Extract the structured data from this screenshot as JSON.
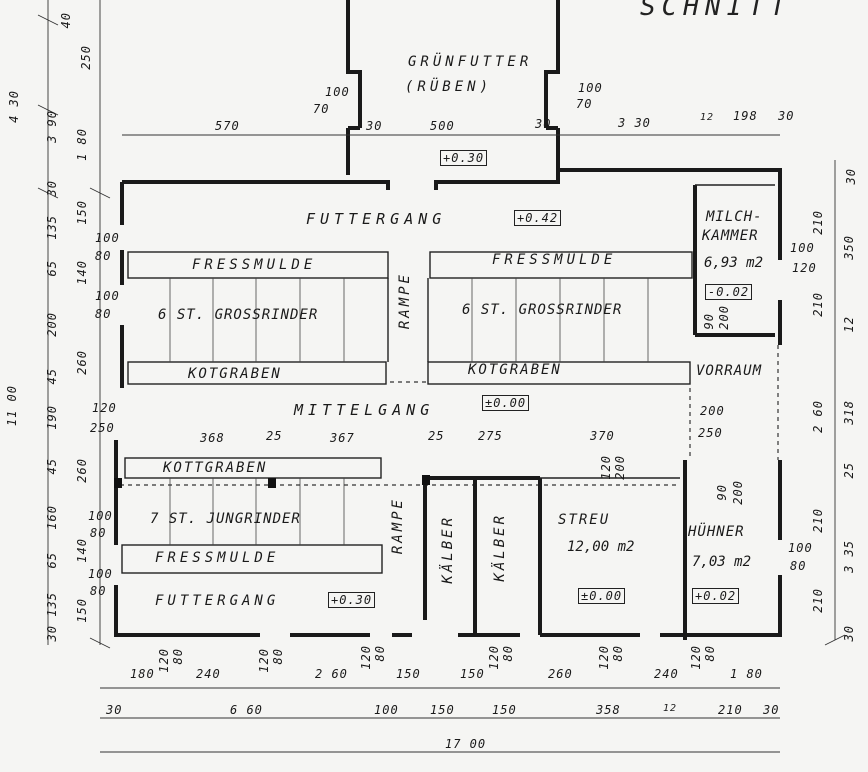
{
  "title_fragment": "SCHNITT",
  "rooms": {
    "gruenfutter_1": "GRÜNFUTTER",
    "gruenfutter_2": "(RÜBEN)",
    "futtergang_top": "FUTTERGANG",
    "fressmulde_left": "FRESSMULDE",
    "fressmulde_right": "FRESSMULDE",
    "grossrinder_left": "6 ST.  GROSSRINDER",
    "grossrinder_right": "6 ST.  GROSSRINDER",
    "rampe_top": "RAMPE",
    "kotgraben_left": "KOTGRABEN",
    "kotgraben_right": "KOTGRABEN",
    "milchkammer_1": "MILCH-",
    "milchkammer_2": "KAMMER",
    "milchkammer_area": "6,93 m2",
    "vorraum": "VORRAUM",
    "mittelgang": "MITTELGANG",
    "kottgraben": "KOTTGRABEN",
    "jungrinder": "7 ST.  JUNGRINDER",
    "fressmulde_bottom": "FRESSMULDE",
    "futtergang_bottom": "FUTTERGANG",
    "rampe_bottom": "RAMPE",
    "kaelber_1": "KÄLBER",
    "kaelber_2": "KÄLBER",
    "streu": "STREU",
    "streu_area": "12,00 m2",
    "huehner": "HÜHNER",
    "huehner_area": "7,03 m2"
  },
  "levels": {
    "gruenfutter": "+0.30",
    "futtergang_top": "+0.42",
    "milchkammer": "-0.02",
    "mittelgang": "±0.00",
    "futtergang_bottom": "+0.30",
    "streu": "±0.00",
    "huehner": "+0.02"
  },
  "dims": {
    "top_570": "570",
    "top_500": "500",
    "top_330": "3 30",
    "top_12": "12",
    "top_198": "198",
    "top_30": "30",
    "gf_100a": "100",
    "gf_70a": "70",
    "gf_100b": "100",
    "gf_70b": "70",
    "gf_30a": "30",
    "gf_30b": "30",
    "l_40": "40",
    "l_250": "250",
    "l_430": "4 30",
    "l_390": "3 90",
    "l_180": "1 80",
    "l_30a": "30",
    "l_150a": "150",
    "l_135a": "135",
    "l_100a": "100",
    "l_80a": "80",
    "l_65a": "65",
    "l_140a": "140",
    "l_100b": "100",
    "l_80b": "80",
    "l_200": "200",
    "l_260a": "260",
    "l_1100": "11 00",
    "l_45a": "45",
    "l_190": "190",
    "l_120": "120",
    "l_250b": "250",
    "l_45b": "45",
    "l_260b": "260",
    "l_160": "160",
    "l_100c": "100",
    "l_80c": "80",
    "l_140b": "140",
    "l_65b": "65",
    "l_100d": "100",
    "l_80d": "80",
    "l_135b": "135",
    "l_150b": "150",
    "l_30b": "30",
    "m_368": "368",
    "m_25a": "25",
    "m_367": "367",
    "m_25b": "25",
    "m_275": "275",
    "m_370": "370",
    "m_200a": "200",
    "m_250": "250",
    "m_120a": "120",
    "m_200b": "200",
    "m_90a": "90",
    "m_200c": "200",
    "m_90b": "90",
    "m_200d": "200",
    "m_100e": "100",
    "m_120b": "120",
    "r_30": "30",
    "r_210a": "210",
    "r_350": "350",
    "r_210b": "210",
    "r_12": "12",
    "r_260": "2 60",
    "r_318": "318",
    "r_25": "25",
    "r_210c": "210",
    "r_335": "3 35",
    "r_100": "100",
    "r_80": "80",
    "r_210d": "210",
    "r_30b": "30",
    "b_180a": "180",
    "b_240a": "240",
    "b_120a": "120",
    "b_80a": "80",
    "b_120b": "120",
    "b_80b": "80",
    "b_260a": "2 60",
    "b_120c": "120",
    "b_80c": "80",
    "b_150a": "150",
    "b_150b": "150",
    "b_120d": "120",
    "b_80d": "80",
    "b_260b": "260",
    "b_120e": "120",
    "b_80e": "80",
    "b_240b": "240",
    "b_120f": "120",
    "b_80f": "80",
    "b_180b": "1 80",
    "c_30a": "30",
    "c_660": "6 60",
    "c_100": "100",
    "c_150a": "150",
    "c_150b": "150",
    "c_358": "358",
    "c_12": "12",
    "c_210": "210",
    "c_30b": "30",
    "c_1700": "17 00"
  }
}
